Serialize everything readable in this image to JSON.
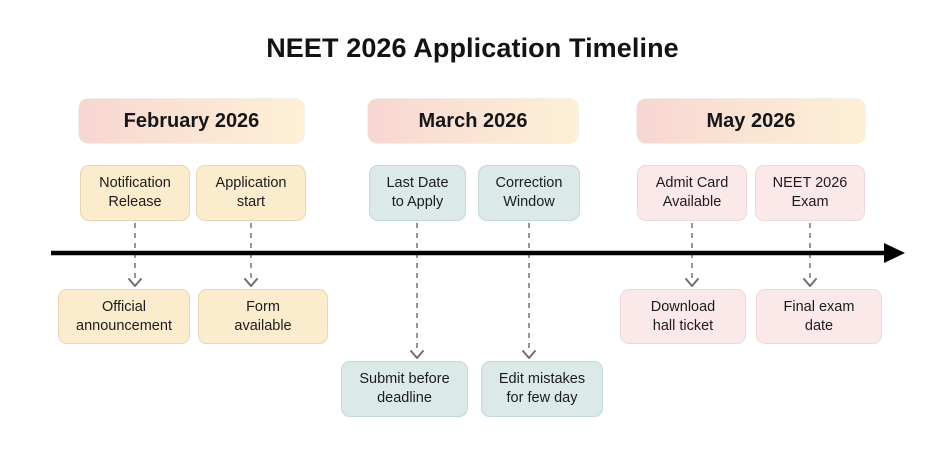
{
  "title": "NEET 2026 Application Timeline",
  "colors": {
    "cream_fill": "#FBECCE",
    "cream_border": "#E8D5B4",
    "blue_fill": "#DBE9E9",
    "blue_border": "#C3D8D8",
    "pink_fill": "#FBE9E9",
    "pink_border": "#F0D6D6",
    "header_gradient_start": "#F7D6D2",
    "header_gradient_end": "#FDF0D6",
    "axis_line": "#000000",
    "connector_line": "#8A8A8A",
    "text": "#16161A",
    "background": "#FFFFFF"
  },
  "months": [
    {
      "label": "February 2026"
    },
    {
      "label": "March 2026"
    },
    {
      "label": "May 2026"
    }
  ],
  "events": [
    {
      "month": "February 2026",
      "milestone": "Notification Release",
      "milestone_line1": "Notification",
      "milestone_line2": "Release",
      "detail": "Official announcement",
      "detail_line1": "Official",
      "detail_line2": "announcement",
      "color": "cream"
    },
    {
      "month": "February 2026",
      "milestone": "Application start",
      "milestone_line1": "Application",
      "milestone_line2": "start",
      "detail": "Form available",
      "detail_line1": "Form",
      "detail_line2": "available",
      "color": "cream"
    },
    {
      "month": "March 2026",
      "milestone": "Last Date to Apply",
      "milestone_line1": "Last Date",
      "milestone_line2": "to Apply",
      "detail": "Submit before deadline",
      "detail_line1": "Submit before",
      "detail_line2": "deadline",
      "color": "blue"
    },
    {
      "month": "March 2026",
      "milestone": "Correction Window",
      "milestone_line1": "Correction",
      "milestone_line2": "Window",
      "detail": "Edit mistakes for few day",
      "detail_line1": "Edit mistakes",
      "detail_line2": "for few day",
      "color": "blue"
    },
    {
      "month": "May 2026",
      "milestone": "Admit Card Available",
      "milestone_line1": "Admit Card",
      "milestone_line2": "Available",
      "detail": "Download hall ticket",
      "detail_line1": "Download",
      "detail_line2": "hall ticket",
      "color": "pink"
    },
    {
      "month": "May 2026",
      "milestone": "NEET 2026 Exam",
      "milestone_line1": "NEET 2026",
      "milestone_line2": "Exam",
      "detail": "Final exam date",
      "detail_line1": "Final exam",
      "detail_line2": "date",
      "color": "pink"
    }
  ]
}
